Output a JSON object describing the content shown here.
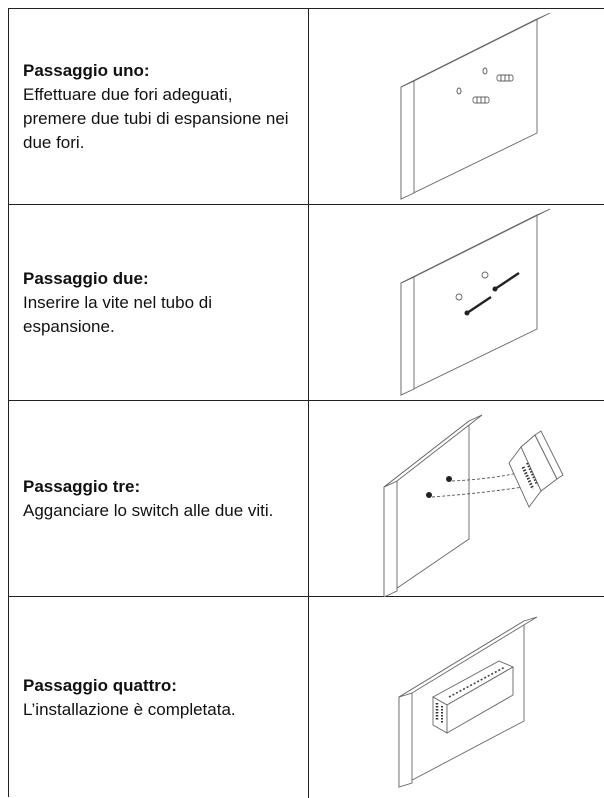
{
  "steps": [
    {
      "title": "Passaggio uno:",
      "description": "Effettuare due fori adeguati, premere due tubi di espansione nei due fori.",
      "illustration": "wall-with-anchors"
    },
    {
      "title": "Passaggio due:",
      "description": "Inserire la vite nel tubo di espansione.",
      "illustration": "wall-with-screws"
    },
    {
      "title": "Passaggio tre:",
      "description": "Agganciare lo switch alle due viti.",
      "illustration": "switch-hooking-onto-screws"
    },
    {
      "title": "Passaggio quattro:",
      "description": "L’installazione è completata.",
      "illustration": "switch-mounted-on-wall"
    }
  ]
}
